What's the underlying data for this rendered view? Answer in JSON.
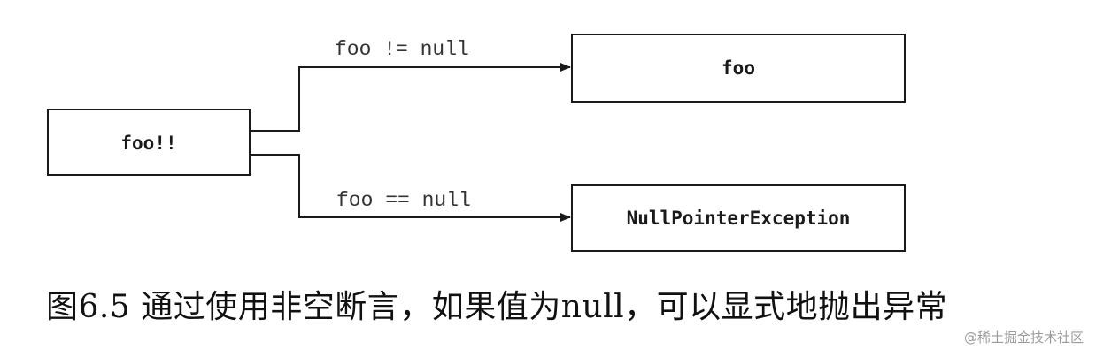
{
  "nodes": {
    "source": "foo!!",
    "not_null_result": "foo",
    "null_result": "NullPointerException"
  },
  "edges": {
    "not_null": "foo != null",
    "is_null": "foo == null"
  },
  "caption": "图6.5 通过使用非空断言，如果值为null，可以显式地抛出异常",
  "watermark": "@稀土掘金技术社区"
}
